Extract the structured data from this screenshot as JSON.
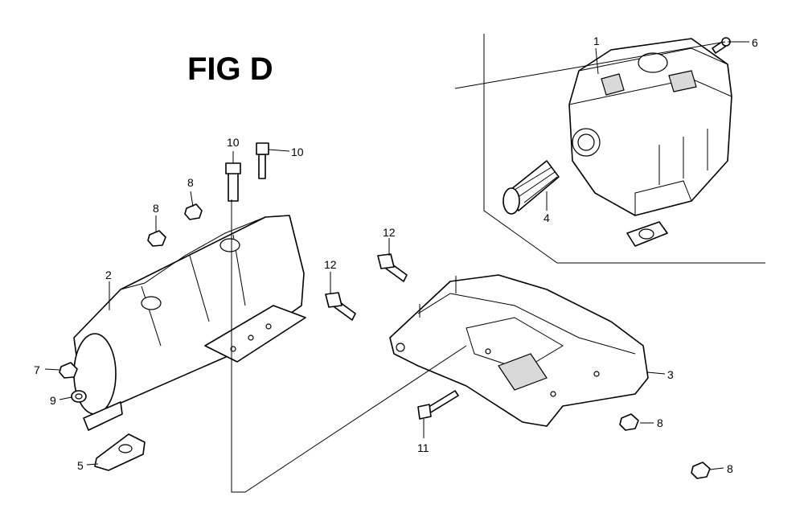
{
  "figure": {
    "title": "FIG D"
  },
  "callouts": [
    {
      "id": "c-1",
      "part_no": "1"
    },
    {
      "id": "c-6",
      "part_no": "6"
    },
    {
      "id": "c-4",
      "part_no": "4"
    },
    {
      "id": "c-10a",
      "part_no": "10"
    },
    {
      "id": "c-10b",
      "part_no": "10"
    },
    {
      "id": "c-8a",
      "part_no": "8"
    },
    {
      "id": "c-8b",
      "part_no": "8"
    },
    {
      "id": "c-2",
      "part_no": "2"
    },
    {
      "id": "c-12a",
      "part_no": "12"
    },
    {
      "id": "c-12b",
      "part_no": "12"
    },
    {
      "id": "c-3",
      "part_no": "3"
    },
    {
      "id": "c-7",
      "part_no": "7"
    },
    {
      "id": "c-9",
      "part_no": "9"
    },
    {
      "id": "c-5",
      "part_no": "5"
    },
    {
      "id": "c-11",
      "part_no": "11"
    },
    {
      "id": "c-8c",
      "part_no": "8"
    },
    {
      "id": "c-8d",
      "part_no": "8"
    }
  ]
}
